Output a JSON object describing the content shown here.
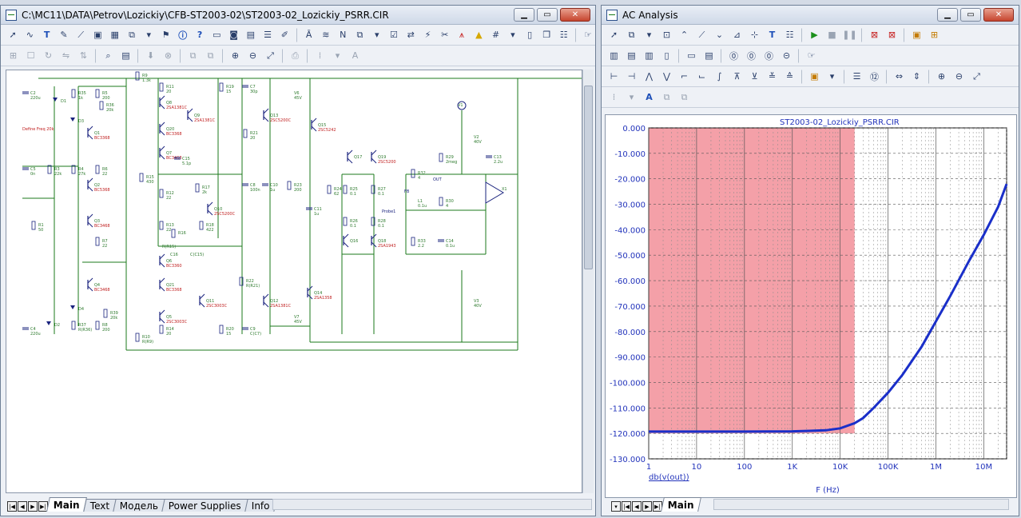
{
  "schematic_window": {
    "title": "C:\\MC11\\DATA\\Petrov\\Lozickiy\\CFB-ST2003-02\\ST2003-02_Lozickiy_PSRR.CIR",
    "tabs": [
      "Main",
      "Text",
      "Модель",
      "Power Supplies",
      "Info"
    ],
    "active_tab": "Main",
    "components": [
      {
        "ref": "C2",
        "value": "220u"
      },
      {
        "ref": "R35",
        "value": "1k"
      },
      {
        "ref": "R5",
        "value": "200"
      },
      {
        "ref": "R9",
        "value": "1.3k"
      },
      {
        "ref": "R11",
        "value": "20"
      },
      {
        "ref": "R19",
        "value": "15"
      },
      {
        "ref": "C7",
        "value": "30p"
      },
      {
        "ref": "V6",
        "value": "45V"
      },
      {
        "ref": "R36",
        "value": "20k"
      },
      {
        "ref": "D1",
        "value": ""
      },
      {
        "ref": "D3",
        "value": ""
      },
      {
        "ref": "Q8",
        "value": "2SA1381C"
      },
      {
        "ref": "Q9",
        "value": "2SA1381C"
      },
      {
        "ref": "Q13",
        "value": "2SC5200C"
      },
      {
        "ref": "Q15",
        "value": "2SC5242"
      },
      {
        "ref": "Q1",
        "value": "BC3368"
      },
      {
        "ref": "Q20",
        "value": "BC3368"
      },
      {
        "ref": "R21",
        "value": "20"
      },
      {
        "ref": "C5",
        "value": "0n"
      },
      {
        "ref": "R3",
        "value": "22k"
      },
      {
        "ref": "R4",
        "value": "27k"
      },
      {
        "ref": "R6",
        "value": "22"
      },
      {
        "ref": "Q7",
        "value": "BC3468"
      },
      {
        "ref": "C15",
        "value": "5.1p"
      },
      {
        "ref": "R15",
        "value": "430"
      },
      {
        "ref": "R12",
        "value": "22"
      },
      {
        "ref": "R17",
        "value": "2k"
      },
      {
        "ref": "Q10",
        "value": "2SC5200C"
      },
      {
        "ref": "C8",
        "value": "100n"
      },
      {
        "ref": "C10",
        "value": "1u"
      },
      {
        "ref": "R23",
        "value": "200"
      },
      {
        "ref": "C11",
        "value": "1u"
      },
      {
        "ref": "Q2",
        "value": "BC5368"
      },
      {
        "ref": "R1",
        "value": "50"
      },
      {
        "ref": "Q3",
        "value": "BC3468"
      },
      {
        "ref": "R7",
        "value": "22"
      },
      {
        "ref": "R13",
        "value": "22"
      },
      {
        "ref": "R16",
        "value": ""
      },
      {
        "ref": "R18",
        "value": "422"
      },
      {
        "ref": "Q6",
        "value": "BC3360"
      },
      {
        "ref": "Q4",
        "value": "BC3468"
      },
      {
        "ref": "Q21",
        "value": "BC3368"
      },
      {
        "ref": "R22",
        "value": "R(R21)"
      },
      {
        "ref": "Q14",
        "value": "2SA1358"
      },
      {
        "ref": "Q11",
        "value": "2SC3003C"
      },
      {
        "ref": "Q12",
        "value": "2SA1381C"
      },
      {
        "ref": "V7",
        "value": "45V"
      },
      {
        "ref": "C4",
        "value": "220u"
      },
      {
        "ref": "D4",
        "value": ""
      },
      {
        "ref": "D2",
        "value": ""
      },
      {
        "ref": "R37",
        "value": "R(R36)"
      },
      {
        "ref": "R8",
        "value": "200"
      },
      {
        "ref": "R39",
        "value": "20k"
      },
      {
        "ref": "Q5",
        "value": "2SC3003C"
      },
      {
        "ref": "R14",
        "value": "20"
      },
      {
        "ref": "R20",
        "value": "15"
      },
      {
        "ref": "C9",
        "value": "C(C7)"
      },
      {
        "ref": "R10",
        "value": "R(R9)"
      },
      {
        "ref": "Q17",
        "value": ""
      },
      {
        "ref": "Q19",
        "value": "2SC5200"
      },
      {
        "ref": "R24",
        "value": "62"
      },
      {
        "ref": "R25",
        "value": "0.1"
      },
      {
        "ref": "R27",
        "value": "0.1"
      },
      {
        "ref": "R26",
        "value": "0.1"
      },
      {
        "ref": "R28",
        "value": "0.1"
      },
      {
        "ref": "Q16",
        "value": ""
      },
      {
        "ref": "Q18",
        "value": "2SA1943"
      },
      {
        "ref": "R29",
        "value": "2meg"
      },
      {
        "ref": "C13",
        "value": "2.2u"
      },
      {
        "ref": "R32",
        "value": "4"
      },
      {
        "ref": "L1",
        "value": "0.1u"
      },
      {
        "ref": "R30",
        "value": "4"
      },
      {
        "ref": "R33",
        "value": "2.2"
      },
      {
        "ref": "C14",
        "value": "0.1u"
      },
      {
        "ref": "V1",
        "value": ""
      },
      {
        "ref": "V2",
        "value": "40V"
      },
      {
        "ref": "V3",
        "value": "40V"
      },
      {
        "ref": "X1",
        "value": ""
      }
    ],
    "labels": {
      "define_freq": "Define Freq 20k",
      "probe": "Probe1",
      "out": "OUT",
      "fb": "FB",
      "c16": "C16",
      "r16": "R(R15)",
      "c16val": "C(C15)"
    }
  },
  "analysis_window": {
    "title": "AC Analysis",
    "tabs": [
      "Main"
    ],
    "active_tab": "Main"
  },
  "chart_data": {
    "type": "line",
    "title": "ST2003-02_Lozickiy_PSRR.CIR",
    "xlabel": "F (Hz)",
    "ylabel": "",
    "series_label": "db(v(out))",
    "x_scale": "log",
    "xlim": [
      1,
      30000000
    ],
    "ylim": [
      -130,
      0
    ],
    "x_ticks": [
      "1",
      "10",
      "100",
      "1K",
      "10K",
      "100K",
      "1M",
      "10M"
    ],
    "y_ticks": [
      "0.000",
      "-10.000",
      "-20.000",
      "-30.000",
      "-40.000",
      "-50.000",
      "-60.000",
      "-70.000",
      "-80.000",
      "-90.000",
      "-100.000",
      "-110.000",
      "-120.000",
      "-130.000"
    ],
    "shaded_band": {
      "x": [
        1,
        20000
      ],
      "y": [
        -120,
        0
      ],
      "color": "#f4a0a8"
    },
    "grid": true,
    "series": [
      {
        "name": "db(v(out))",
        "color": "#1a2fc9",
        "x": [
          1,
          10,
          100,
          1000,
          5000,
          10000,
          20000,
          30000,
          50000,
          100000,
          200000,
          500000,
          1000000,
          2000000,
          5000000,
          10000000,
          20000000,
          30000000
        ],
        "y": [
          -119.3,
          -119.3,
          -119.3,
          -119.2,
          -118.8,
          -118.0,
          -116.0,
          -114.0,
          -110.0,
          -104.0,
          -97.0,
          -86.0,
          -76.0,
          -66.0,
          -52.0,
          -42.0,
          -31.0,
          -22.0
        ]
      }
    ]
  }
}
